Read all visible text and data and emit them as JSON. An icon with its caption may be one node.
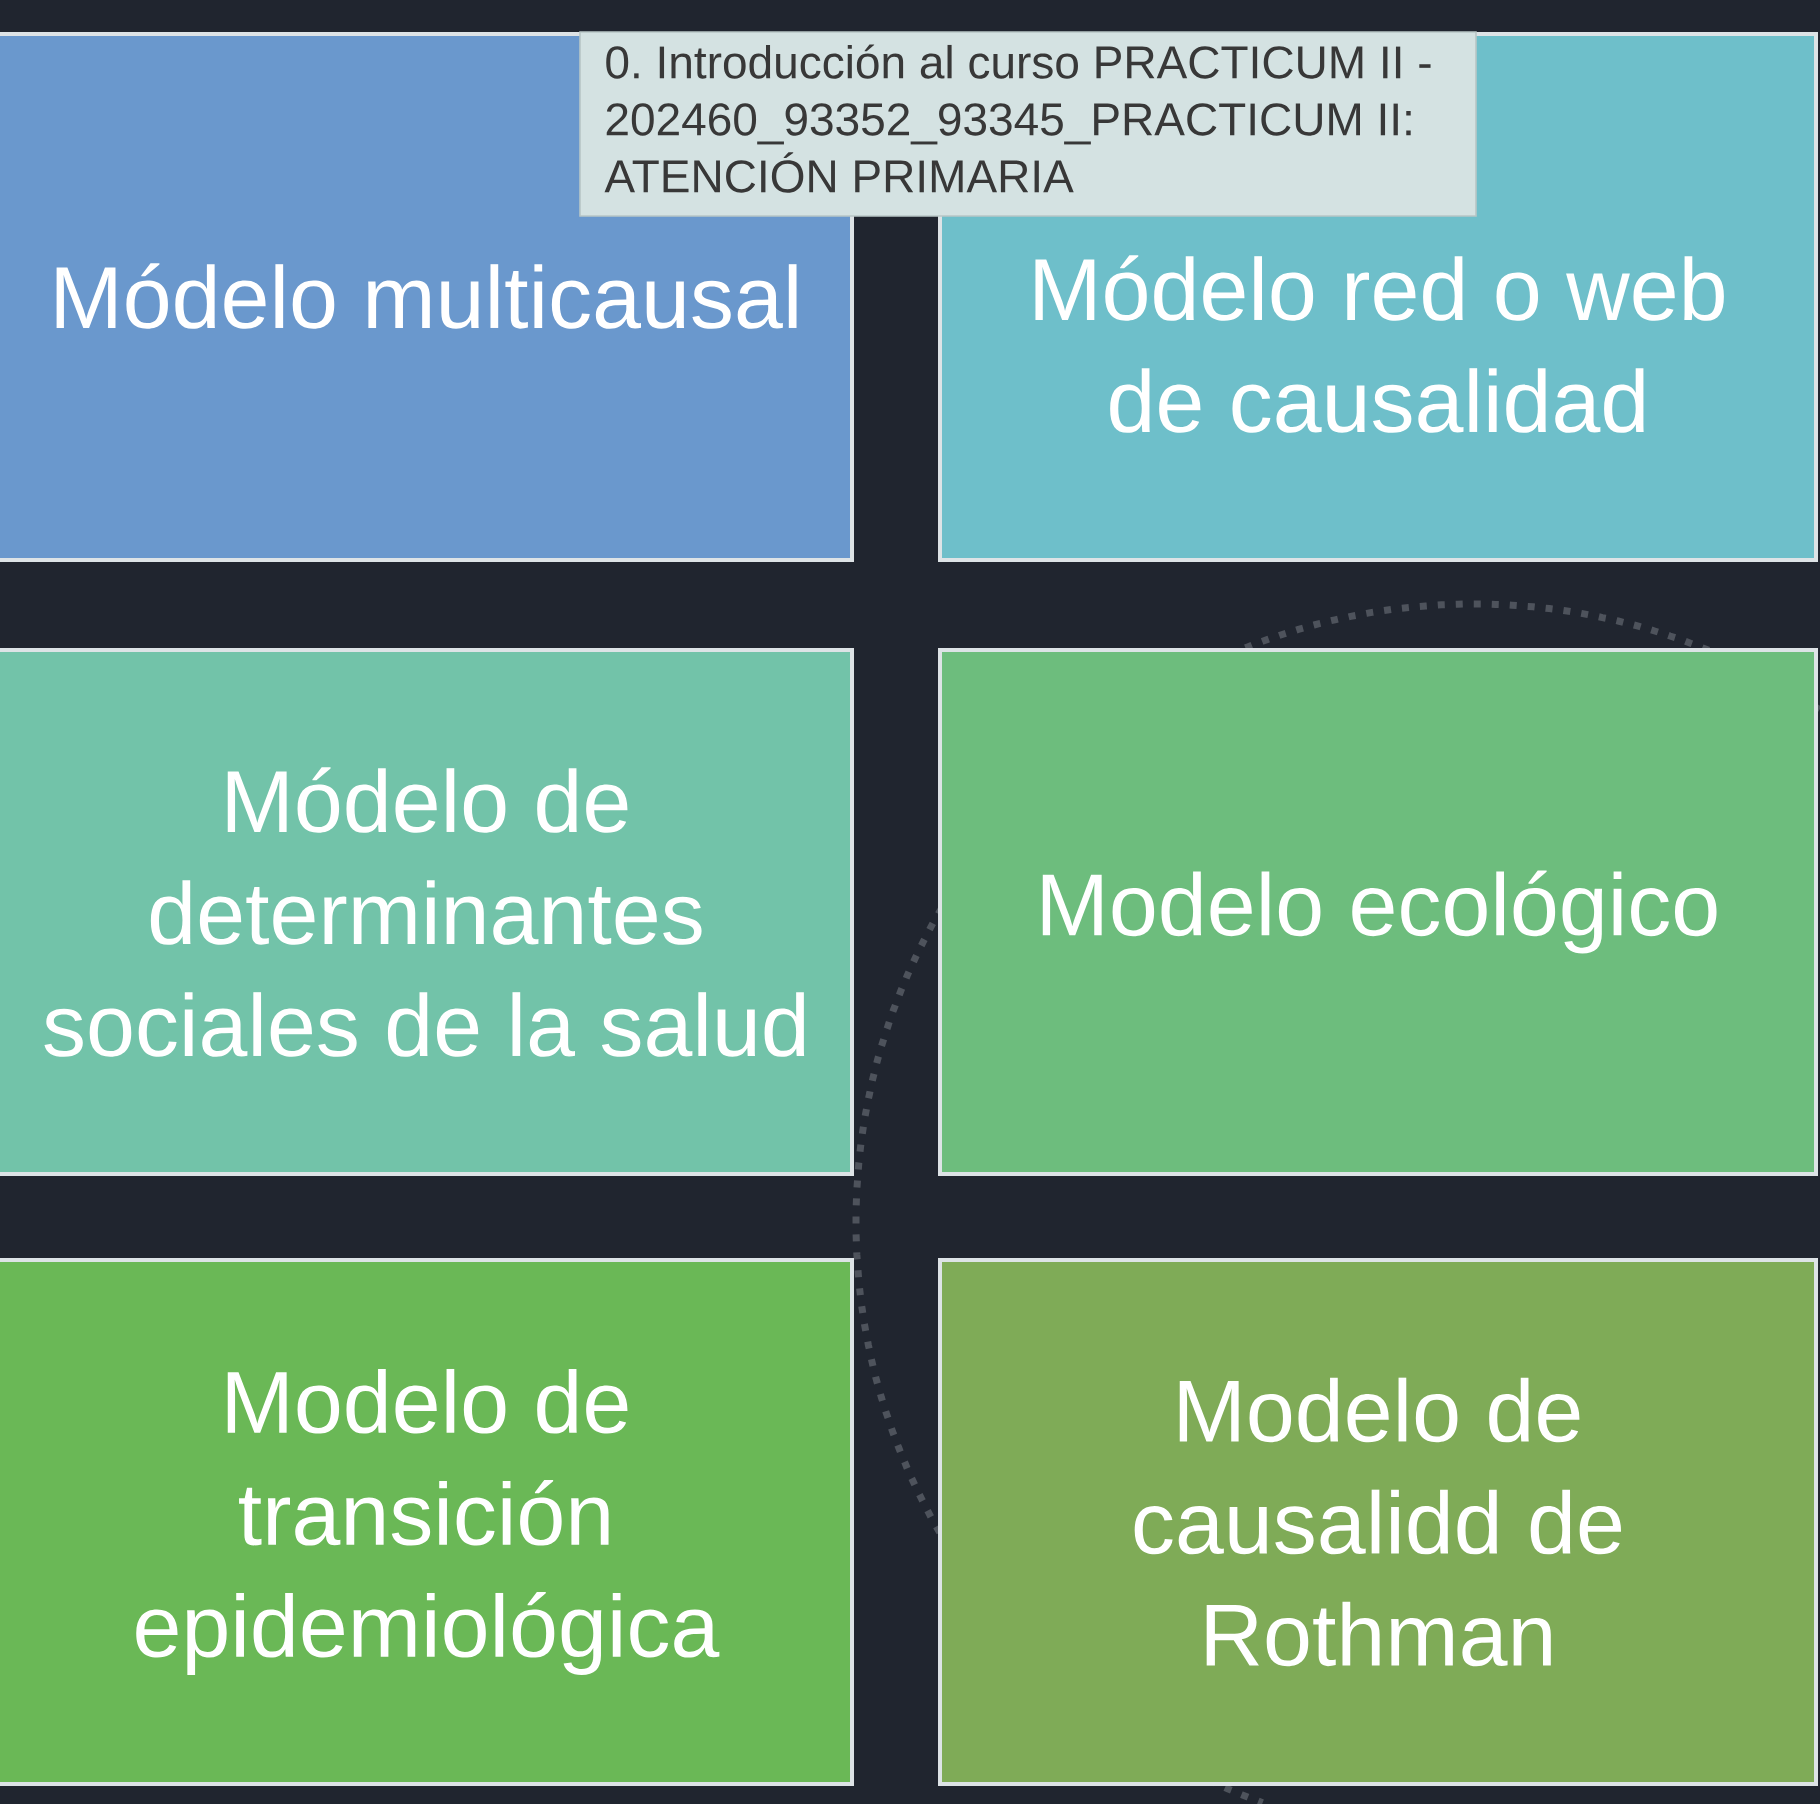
{
  "diagram": {
    "nodes": [
      {
        "text": [
          "Módelo multicausal"
        ]
      },
      {
        "text": [
          "Módelo red o web de causalidad"
        ]
      },
      {
        "text": [
          "Módelo de determinantes sociales de la salud"
        ]
      },
      {
        "text": [
          "Modelo ecológico"
        ]
      },
      {
        "text": [
          "Modelo de transición epidemiológica"
        ]
      },
      {
        "text": [
          "Modelo de causalidd de Rothman"
        ]
      },
      {
        "text": [
          "0. Introducción al curso PRACTICUM II - 202460_93352_93345_PRACTICUM II: ATENCIÓN PRIMARIA"
        ]
      }
    ]
  }
}
